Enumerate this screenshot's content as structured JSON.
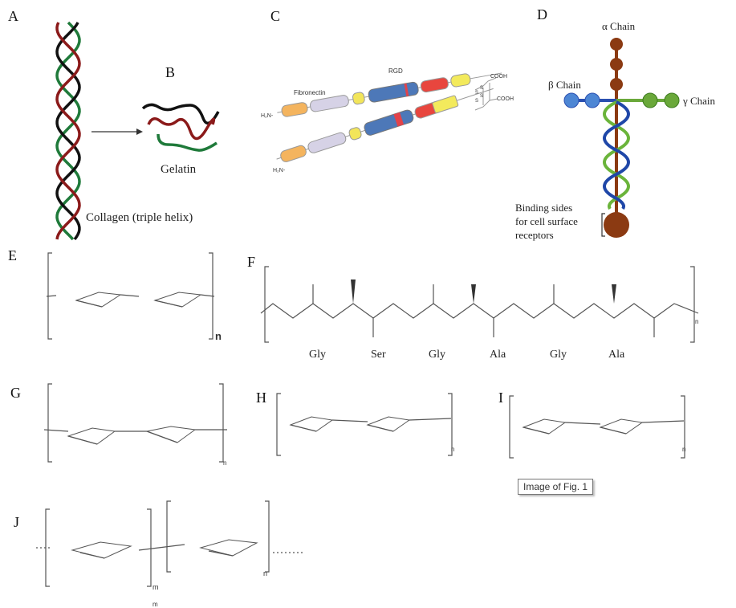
{
  "figure": {
    "panels": {
      "A": {
        "label": "A",
        "caption": "Collagen (triple helix)"
      },
      "B": {
        "label": "B",
        "caption": "Gelatin"
      },
      "C": {
        "label": "C",
        "title": "Fibronectin",
        "motif": "RGD",
        "n_term": "H₂N-",
        "c_term": "COOH",
        "disulfide": "S"
      },
      "D": {
        "label": "D",
        "alpha": "α Chain",
        "beta": "β Chain",
        "gamma": "γ Chain",
        "binding_line1": "Binding sides",
        "binding_line2": "for cell surface",
        "binding_line3": "receptors"
      },
      "E": {
        "label": "E",
        "repeat": "n"
      },
      "F": {
        "label": "F",
        "repeat": "n",
        "residues": [
          "Gly",
          "Ser",
          "Gly",
          "Ala",
          "Gly",
          "Ala"
        ]
      },
      "G": {
        "label": "G",
        "repeat": "n"
      },
      "H": {
        "label": "H",
        "repeat": "n"
      },
      "I": {
        "label": "I",
        "repeat": "n"
      },
      "J": {
        "label": "J",
        "repeat_m": "m",
        "repeat_n": "n"
      }
    },
    "colors": {
      "collagen_red": "#8b1a1a",
      "collagen_green": "#1f7a3a",
      "collagen_black": "#111111",
      "alpha_chain": "#8b3a12",
      "beta_chain": "#3a6fc4",
      "gamma_chain": "#6aa83a"
    }
  },
  "tooltip": {
    "text": "Image of Fig. 1"
  }
}
